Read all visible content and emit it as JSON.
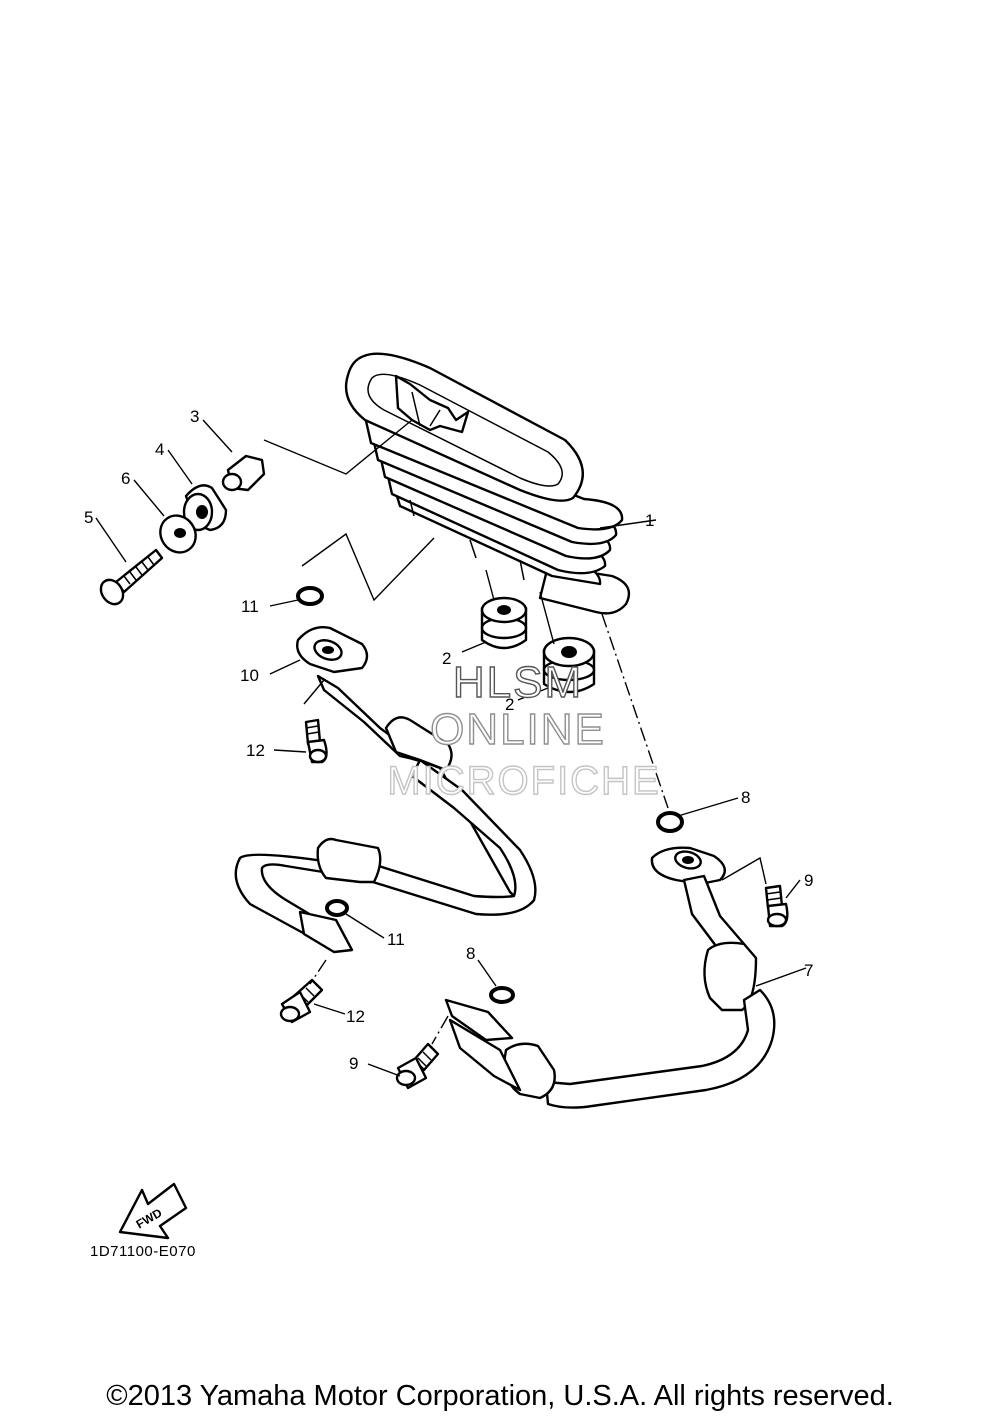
{
  "callouts": {
    "c1": "1",
    "c2a": "2",
    "c2b": "2",
    "c3": "3",
    "c4": "4",
    "c5": "5",
    "c6": "6",
    "c7": "7",
    "c8a": "8",
    "c8b": "8",
    "c9a": "9",
    "c9b": "9",
    "c10": "10",
    "c11a": "11",
    "c11b": "11",
    "c12a": "12",
    "c12b": "12"
  },
  "watermark": {
    "line1": "HLSM",
    "line2": "ONLINE",
    "line3": "MICROFICHE"
  },
  "fwd_label": "FWD",
  "diagram_code": "1D71100-E070",
  "copyright": "©2013 Yamaha Motor Corporation, U.S.A. All rights reserved."
}
